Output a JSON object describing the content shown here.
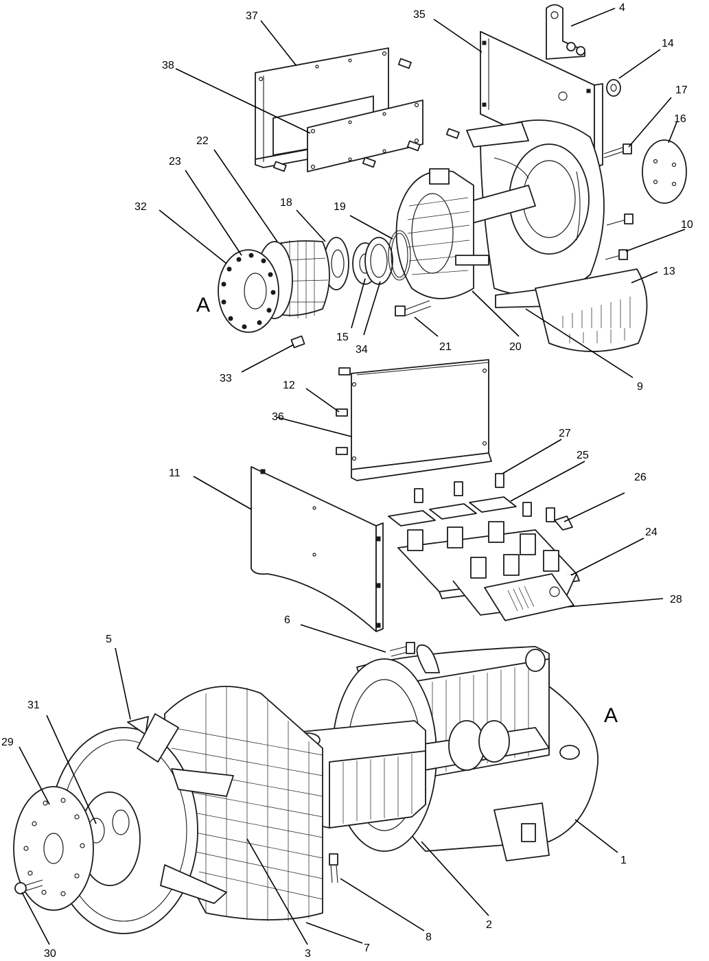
{
  "view_labels": [
    "A",
    "A"
  ],
  "callouts": [
    "1",
    "2",
    "3",
    "4",
    "5",
    "6",
    "7",
    "8",
    "9",
    "10",
    "11",
    "12",
    "13",
    "14",
    "15",
    "16",
    "17",
    "18",
    "19",
    "20",
    "21",
    "22",
    "23",
    "24",
    "25",
    "26",
    "27",
    "28",
    "29",
    "30",
    "31",
    "32",
    "33",
    "34",
    "35",
    "36",
    "37",
    "38"
  ]
}
